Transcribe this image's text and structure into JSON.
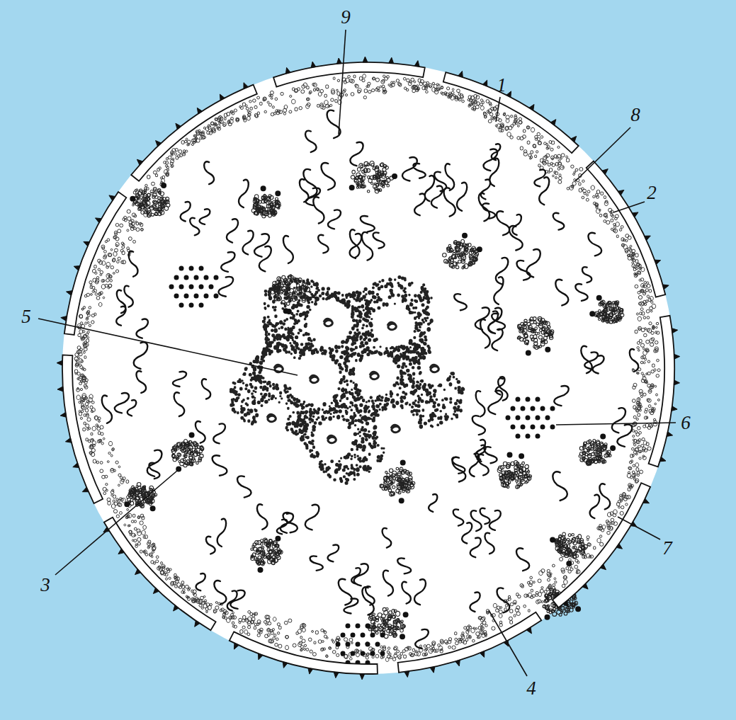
{
  "diagram": {
    "labels": [
      "9",
      "1",
      "8",
      "2",
      "5",
      "6",
      "7",
      "3",
      "4"
    ]
  }
}
